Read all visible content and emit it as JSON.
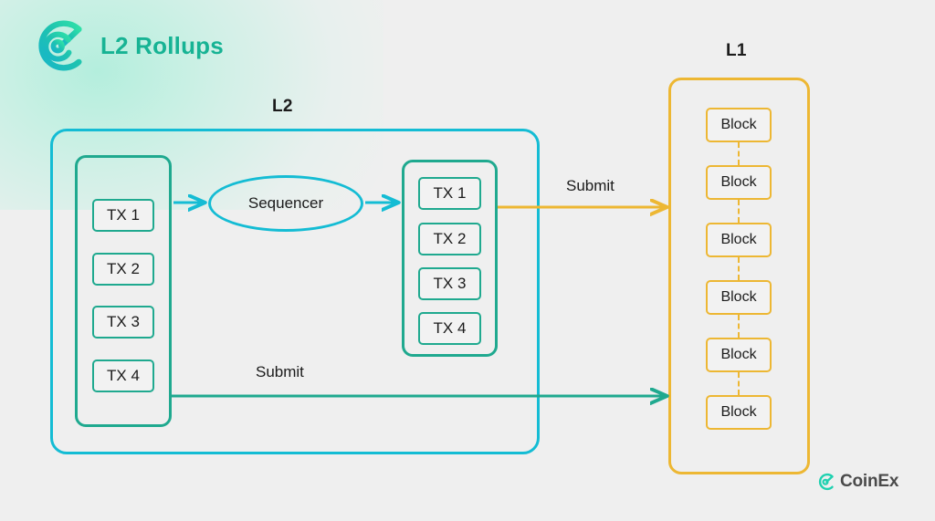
{
  "header": {
    "title": "L2 Rollups",
    "logo_icon": "coinex-swirl-logo-icon"
  },
  "labels": {
    "l2": "L2",
    "l1": "L1"
  },
  "l2_section": {
    "pending_tx_group": {
      "name": "pending-transactions",
      "items": [
        "TX 1",
        "TX 2",
        "TX 3",
        "TX 4"
      ]
    },
    "sequencer": {
      "label": "Sequencer"
    },
    "ordered_tx_group": {
      "name": "ordered-transactions",
      "items": [
        "TX 1",
        "TX 2",
        "TX 3",
        "TX 4"
      ]
    }
  },
  "l1_section": {
    "blocks": [
      "Block",
      "Block",
      "Block",
      "Block",
      "Block",
      "Block"
    ]
  },
  "arrows": {
    "submit_top_label": "Submit",
    "submit_bottom_label": "Submit",
    "to_sequencer_icon": "arrow-right-icon",
    "from_sequencer_icon": "arrow-right-icon",
    "submit_top_icon": "arrow-right-icon",
    "submit_bottom_icon": "arrow-right-icon"
  },
  "footer": {
    "brand": "CoinEx",
    "brand_icon": "coinex-mark-icon"
  },
  "colors": {
    "background": "#efefef",
    "glow": "#a8eed9",
    "brand_teal": "#17b394",
    "cyan": "#14bcd4",
    "green": "#1fa98f",
    "yellow": "#edb733",
    "text_dark": "#1b1b1b",
    "footer_gray": "#4a4a4a"
  }
}
